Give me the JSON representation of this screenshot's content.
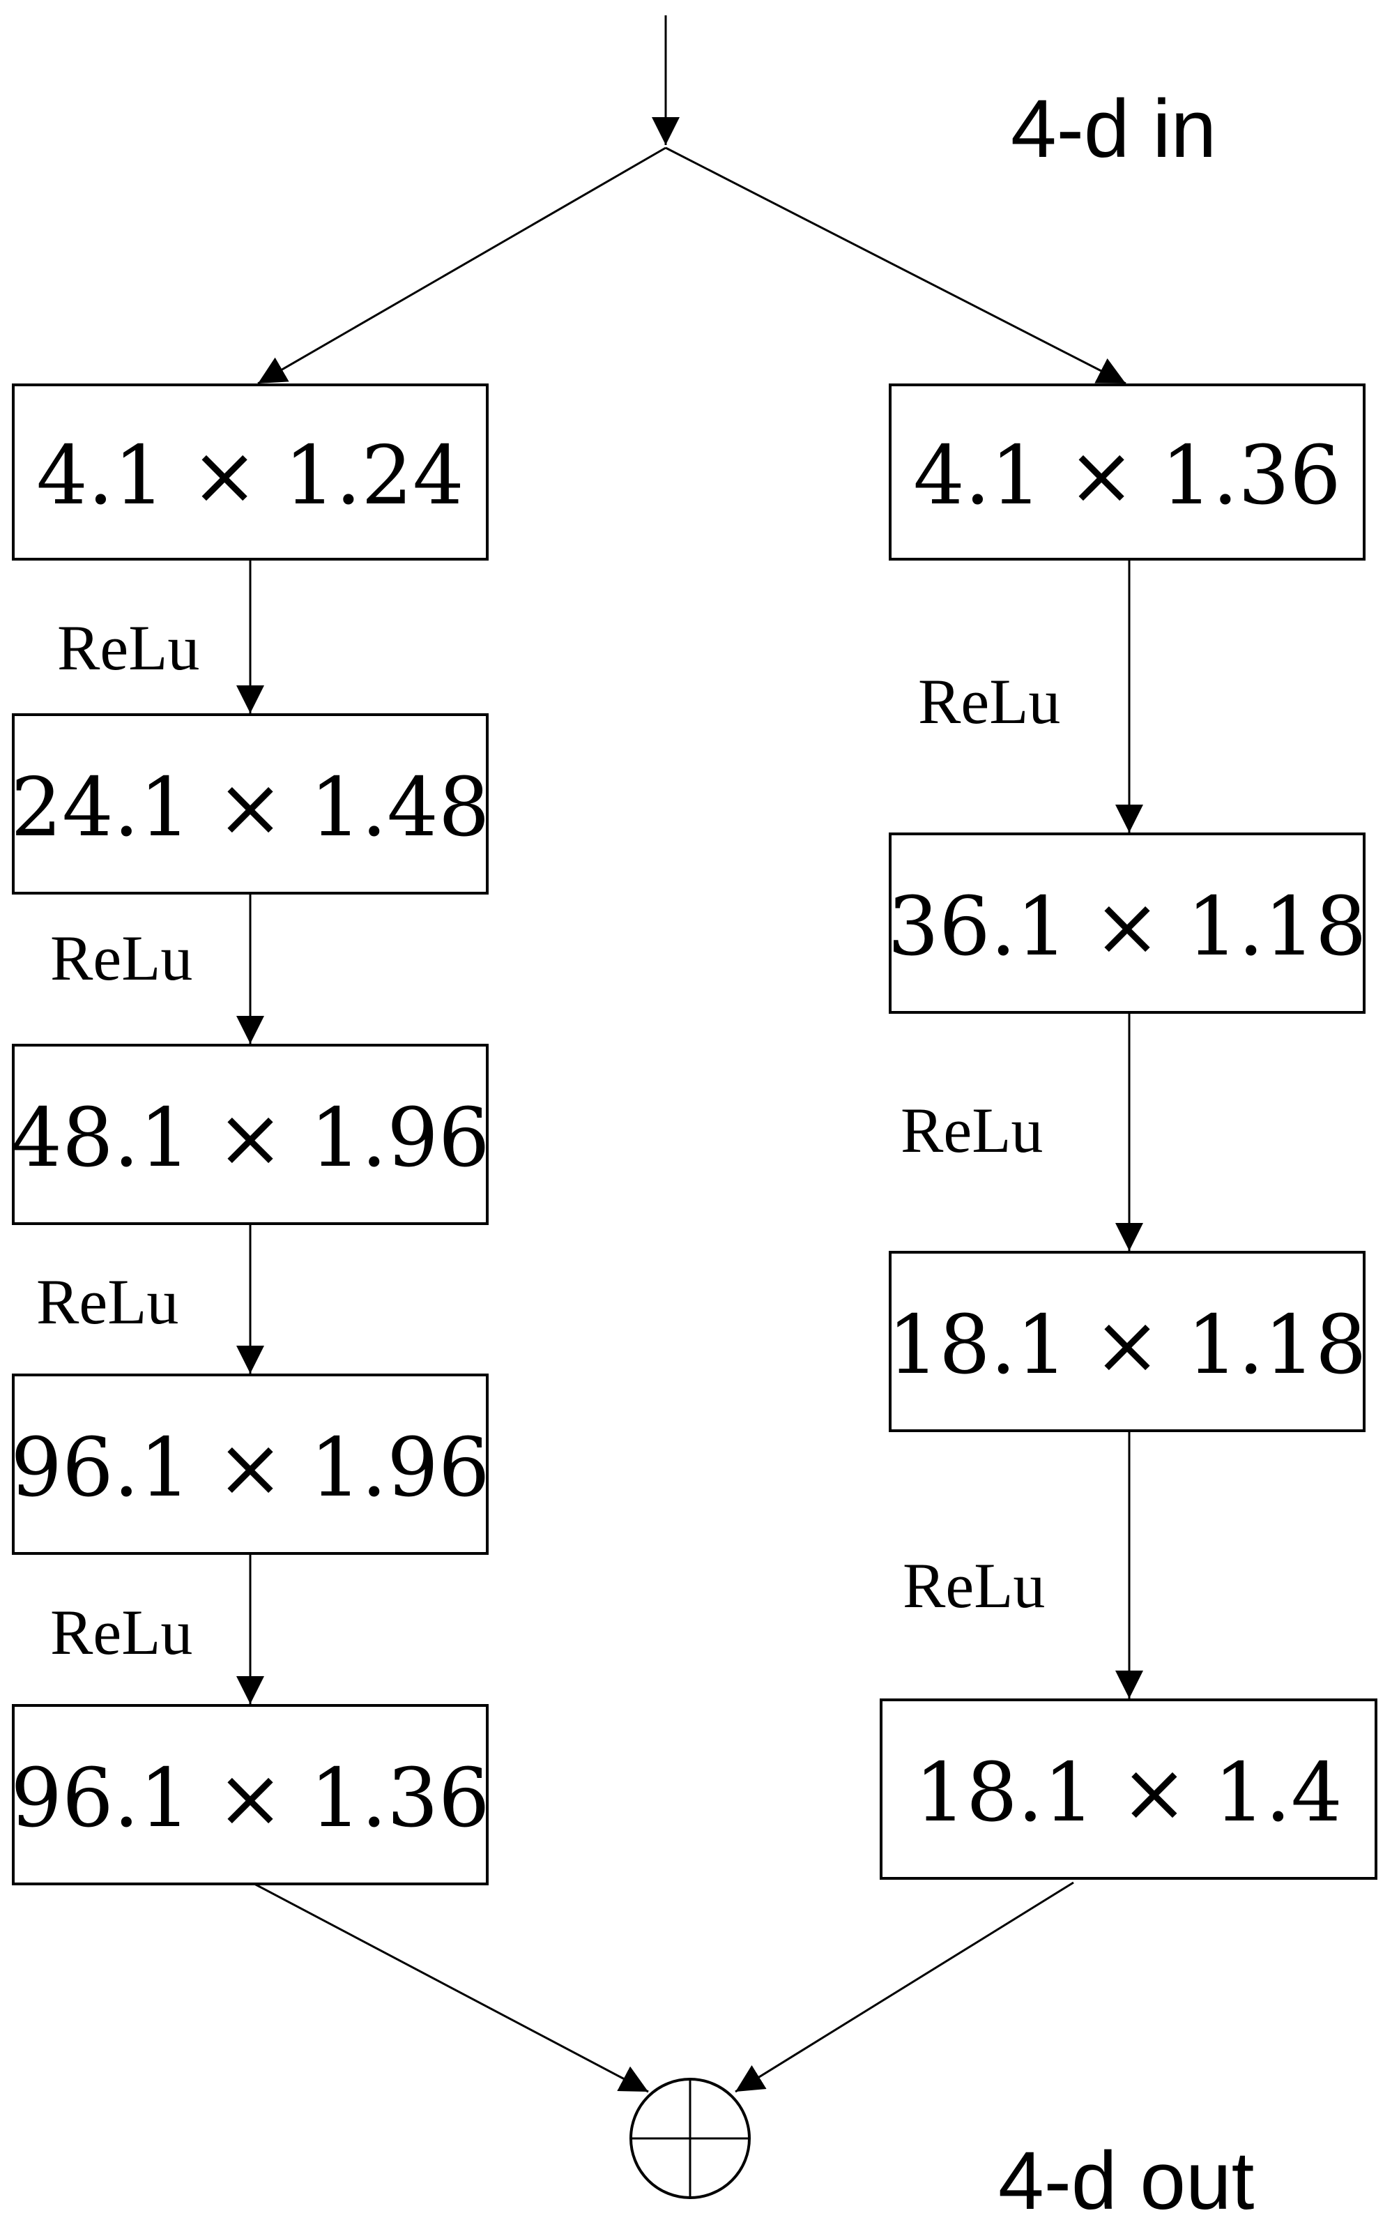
{
  "io": {
    "input_label": "4-d in",
    "output_label": "4-d out"
  },
  "branches": {
    "left": {
      "blocks": [
        "4.1 × 1.24",
        "24.1 × 1.48",
        "48.1 × 1.96",
        "96.1 × 1.96",
        "96.1 × 1.36"
      ],
      "activations": [
        "ReLu",
        "ReLu",
        "ReLu",
        "ReLu"
      ]
    },
    "right": {
      "blocks": [
        "4.1 × 1.36",
        "36.1 × 1.18",
        "18.1 × 1.18",
        "18.1 × 1.4"
      ],
      "activations": [
        "ReLu",
        "ReLu",
        "ReLu"
      ]
    }
  },
  "merge": {
    "operation": "sum",
    "icon": "circled-plus-icon"
  },
  "colors": {
    "stroke": "#000000",
    "background": "#ffffff"
  }
}
